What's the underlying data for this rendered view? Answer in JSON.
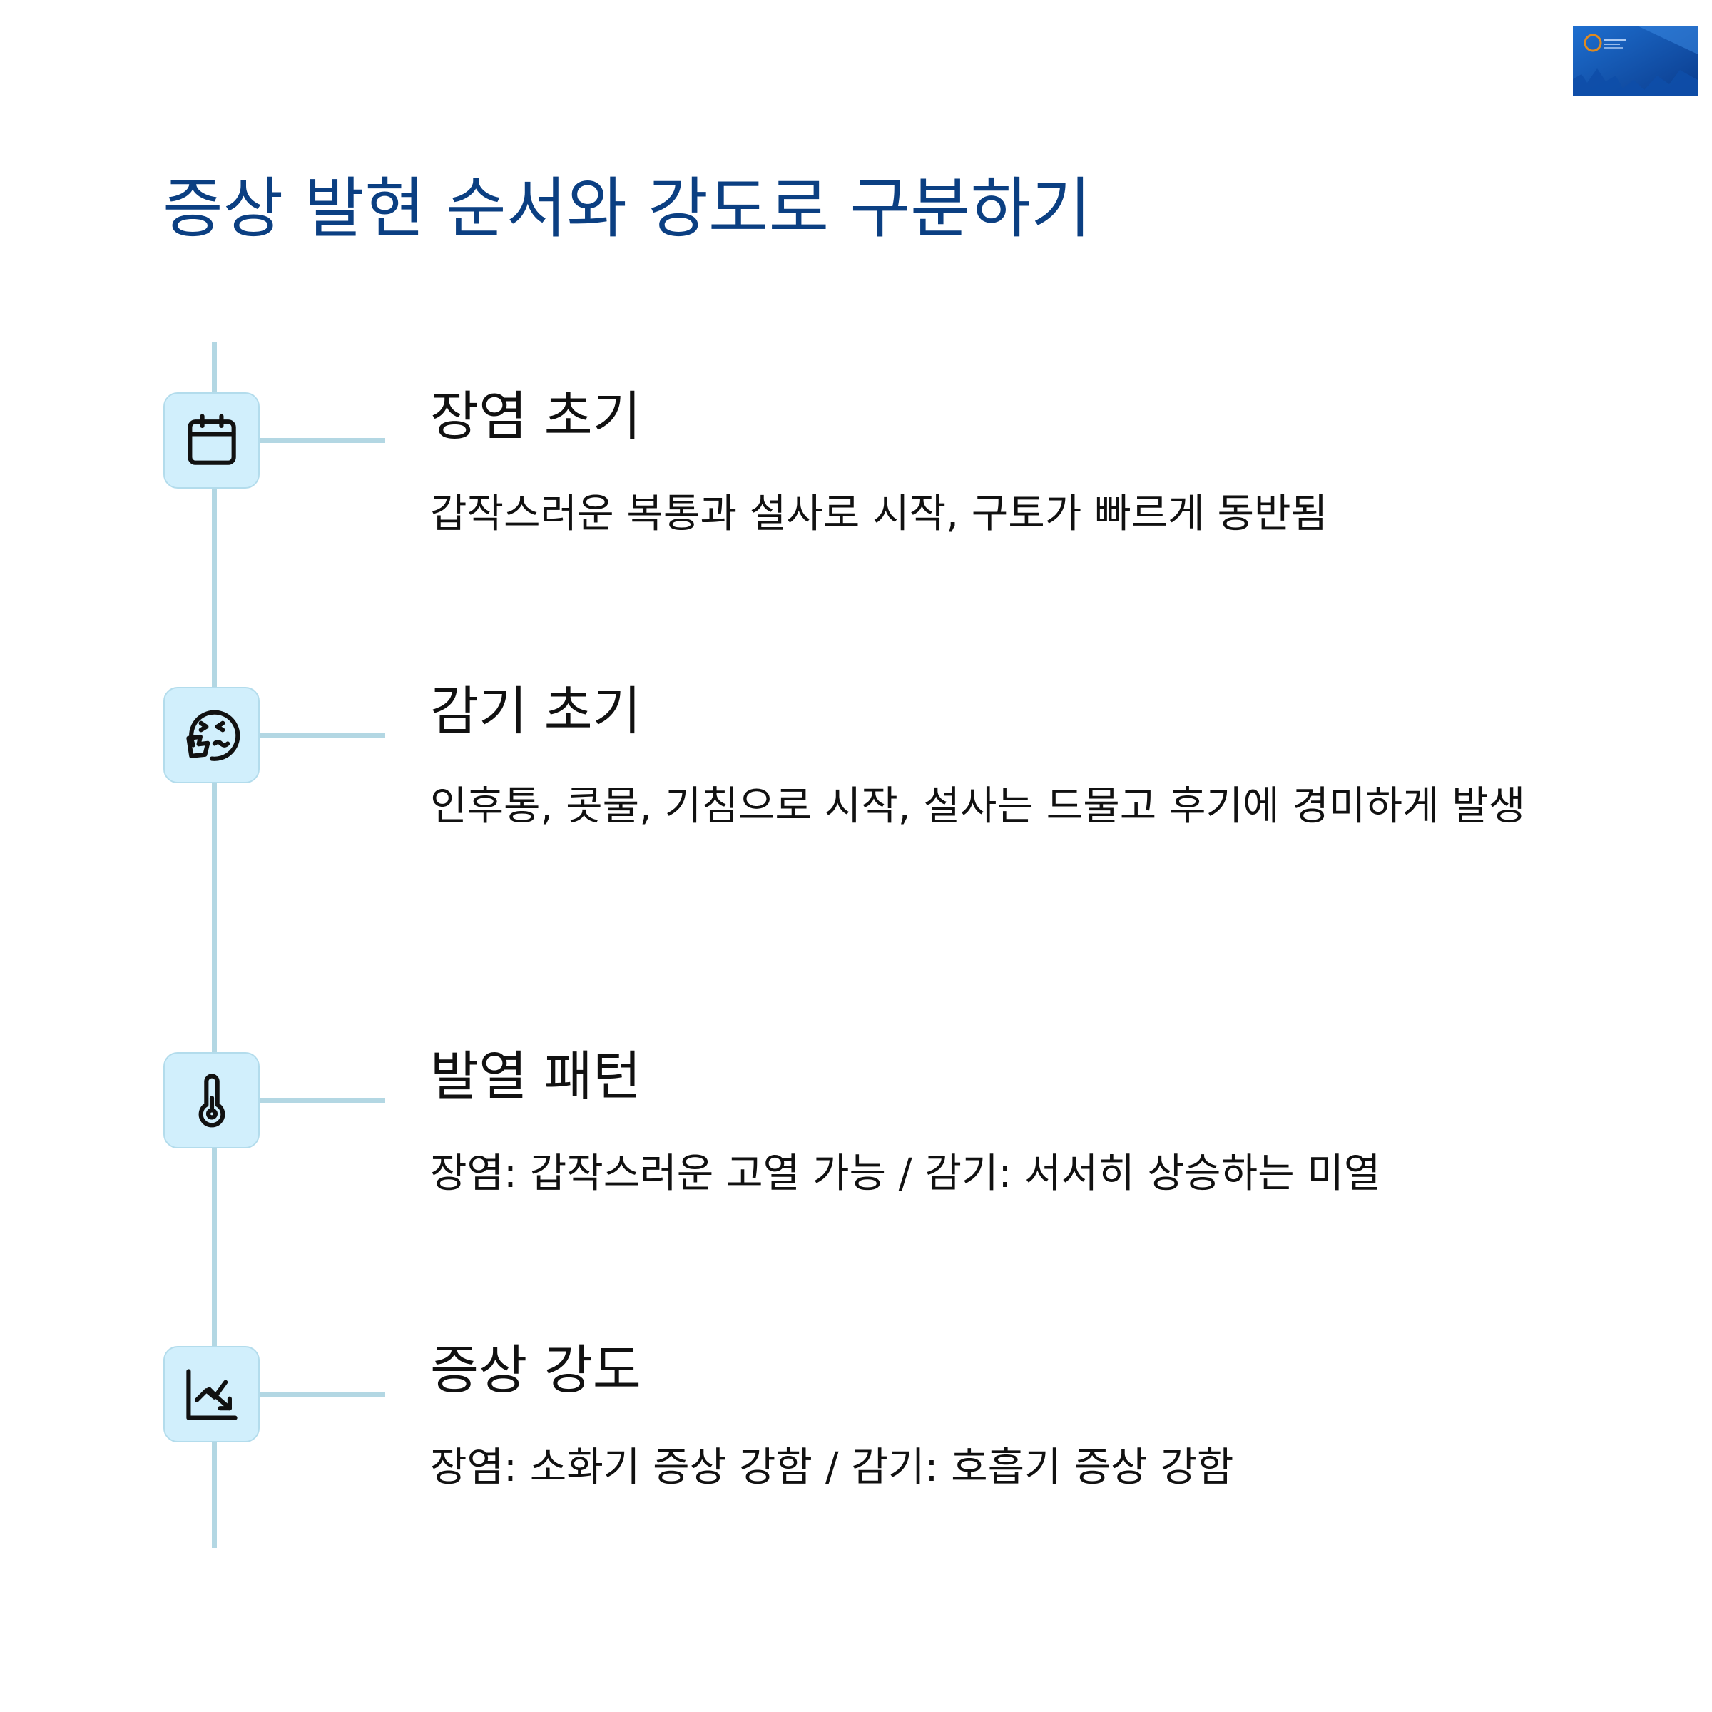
{
  "header": {
    "title": "증상 발현 순서와 강도로 구분하기"
  },
  "logo": {
    "icon": "brand-logo-thumbnail",
    "colors": [
      "#0a3b8c",
      "#1e6fd0",
      "#e08a1e"
    ]
  },
  "colors": {
    "title": "#0b3f82",
    "line": "#b3d7e3",
    "icon_bg": "#d1effc",
    "text": "#111111"
  },
  "timeline": {
    "items": [
      {
        "icon": "calendar-icon",
        "title": "장염 초기",
        "description": "갑작스러운 복통과 설사로 시작, 구토가 빠르게 동반됨"
      },
      {
        "icon": "sneezing-face-icon",
        "title": "감기 초기",
        "description": "인후통, 콧물, 기침으로 시작, 설사는 드물고 후기에 경미하게 발생"
      },
      {
        "icon": "thermometer-icon",
        "title": "발열 패턴",
        "description": "장염: 갑작스러운 고열 가능 / 감기: 서서히 상승하는 미열"
      },
      {
        "icon": "trend-chart-icon",
        "title": "증상 강도",
        "description": "장염: 소화기 증상 강함 / 감기: 호흡기 증상 강함"
      }
    ]
  }
}
